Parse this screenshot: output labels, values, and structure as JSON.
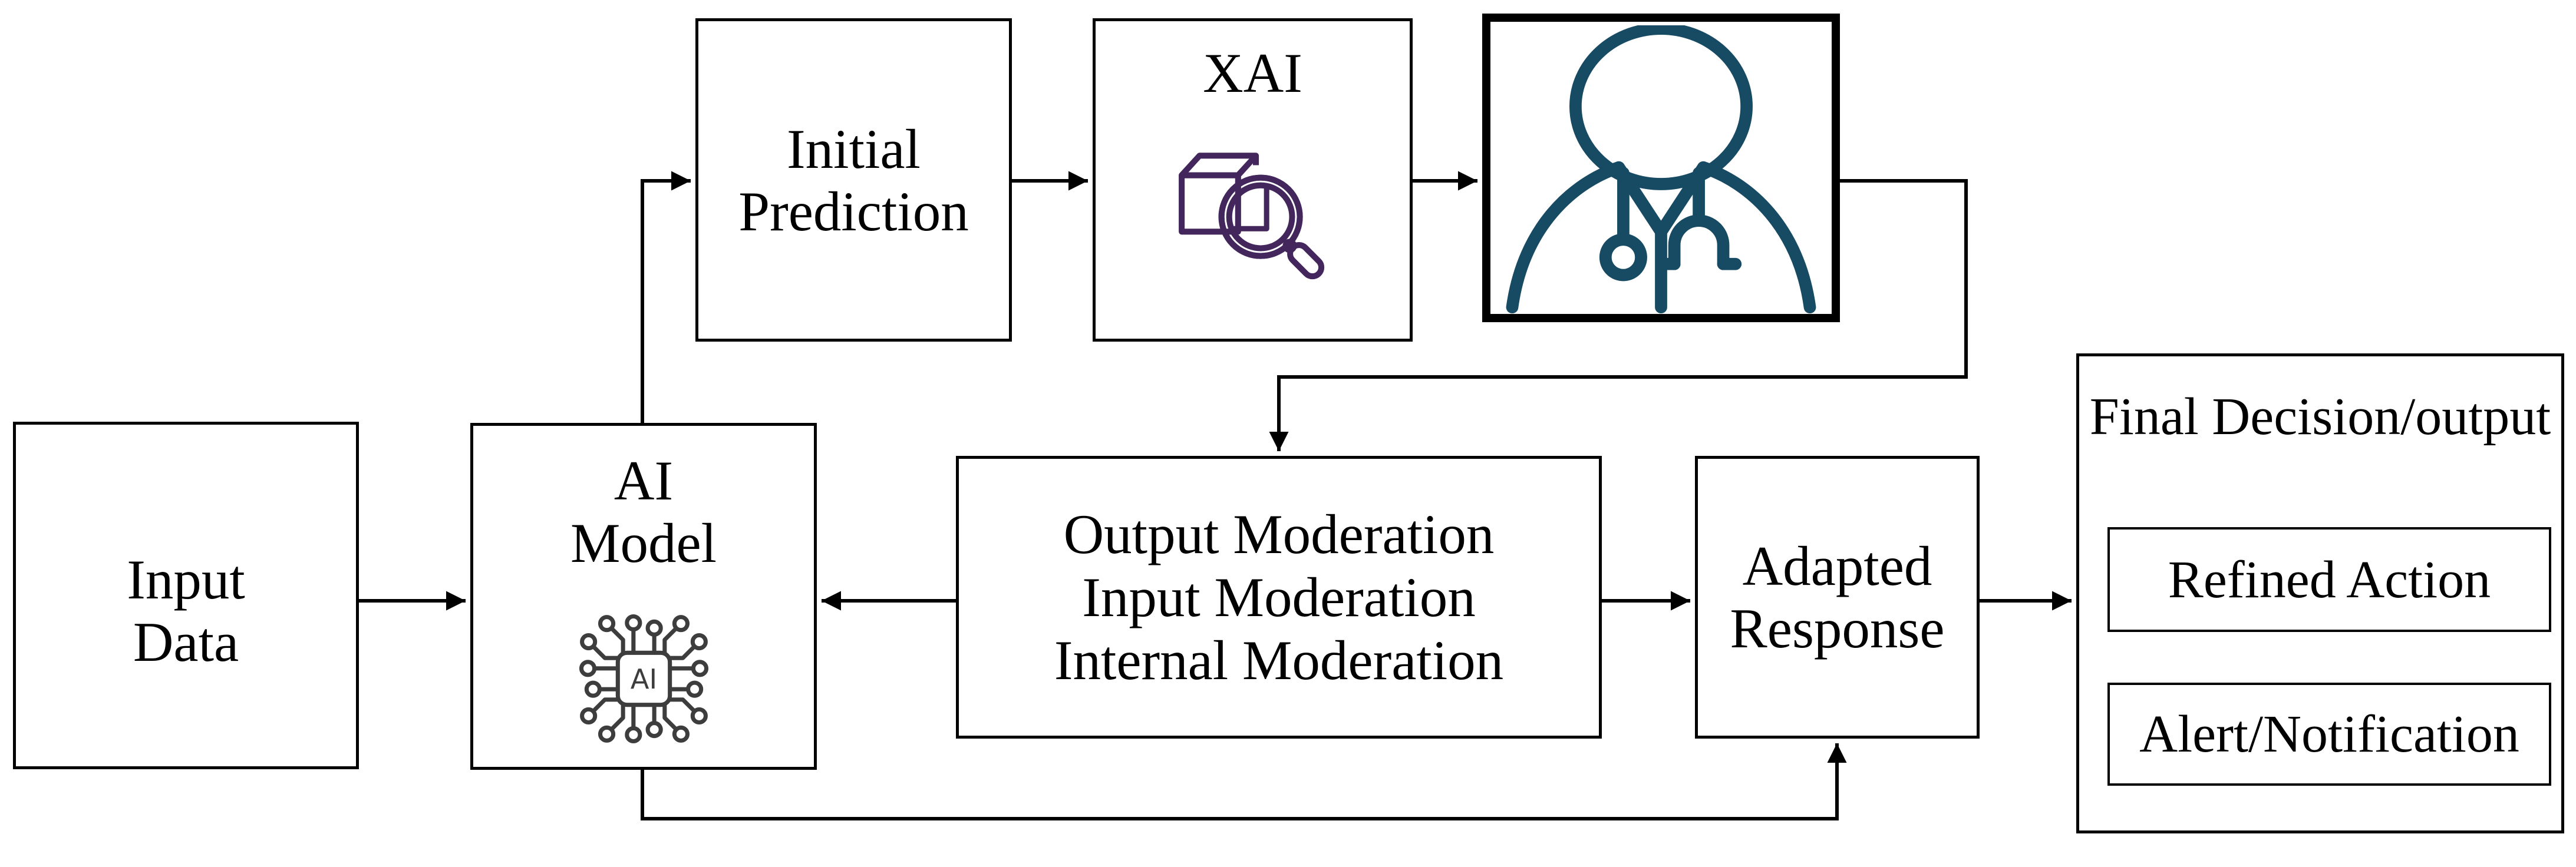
{
  "boxes": {
    "input_data": {
      "lines": [
        "Input",
        "Data"
      ]
    },
    "ai_model": {
      "lines": [
        "AI",
        "Model"
      ],
      "chip_label": "AI"
    },
    "initial_prediction": {
      "lines": [
        "Initial",
        "Prediction"
      ]
    },
    "xai": {
      "label": "XAI"
    },
    "clinician": {
      "icon": "doctor-icon"
    },
    "moderation": {
      "lines": [
        "Output Moderation",
        "Input Moderation",
        "Internal Moderation"
      ]
    },
    "adapted_response": {
      "lines": [
        "Adapted",
        "Response"
      ]
    },
    "final_decision": {
      "title": "Final Decision/output",
      "items": [
        "Refined Action",
        "Alert/Notification"
      ]
    }
  },
  "icons": {
    "ai_chip": "ai-chip-icon",
    "xai": "xai-cube-magnifier-icon",
    "clinician": "doctor-icon"
  },
  "colors": {
    "line": "#000000",
    "background": "#ffffff",
    "text": "#000000",
    "xai_icon": "#43265c",
    "doctor_icon": "#174a63",
    "chip_icon": "#3d3d3d"
  }
}
